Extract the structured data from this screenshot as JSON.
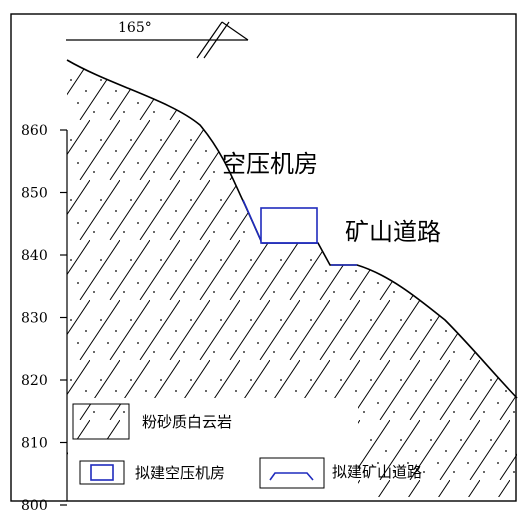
{
  "orientation": {
    "azimuth_label": "165°"
  },
  "y_axis": {
    "ticks": [
      {
        "value": 860,
        "label": "860"
      },
      {
        "value": 850,
        "label": "850"
      },
      {
        "value": 840,
        "label": "840"
      },
      {
        "value": 830,
        "label": "830"
      },
      {
        "value": 820,
        "label": "820"
      },
      {
        "value": 810,
        "label": "810"
      },
      {
        "value": 800,
        "label": "800"
      }
    ]
  },
  "annotations": {
    "compressor_room": "空压机房",
    "mine_road": "矿山道路"
  },
  "legend": {
    "rock": "粉砂质白云岩",
    "planned_compressor_room": "拟建空压机房",
    "planned_mine_road": "拟建矿山道路"
  },
  "colors": {
    "line": "#000000",
    "planned": "#1f2bbd",
    "background": "#ffffff"
  },
  "icons": {
    "north_arrow": "north-arrow-icon",
    "hatch": "diagonal-hatch-pattern"
  }
}
